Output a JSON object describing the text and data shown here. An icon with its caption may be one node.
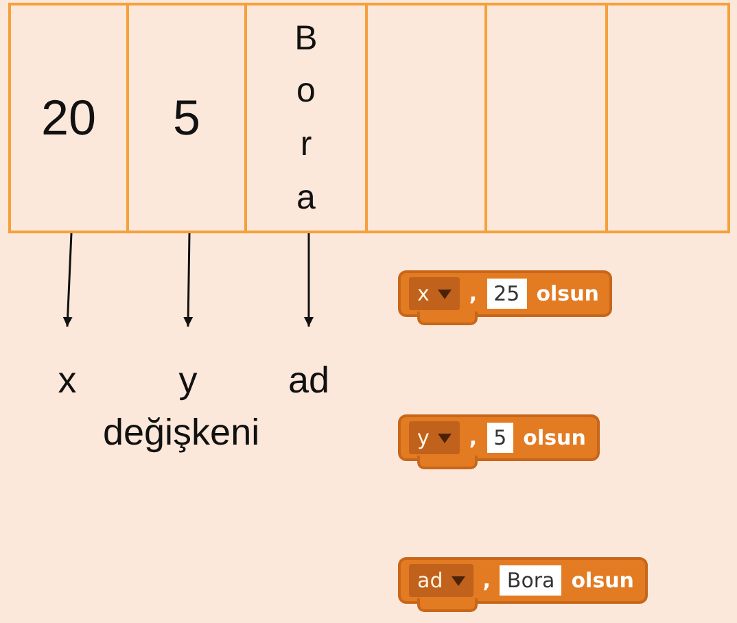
{
  "diagram": {
    "nodes": [
      {
        "text": [
          "20"
        ]
      },
      {
        "text": [
          "5"
        ]
      },
      {
        "text": [
          "Bora"
        ]
      },
      {
        "text": [],
        "shape": "box"
      },
      {
        "text": [],
        "shape": "box"
      },
      {
        "text": [],
        "shape": "box"
      },
      {
        "text": [
          "x"
        ]
      },
      {
        "text": [
          "y"
        ]
      },
      {
        "text": [
          "ad"
        ]
      },
      {
        "text": [
          "x",
          ",",
          "25",
          "olsun"
        ]
      },
      {
        "text": [
          "y",
          ",",
          "5",
          "olsun"
        ]
      },
      {
        "text": [
          "ad",
          ",",
          "Bora",
          "olsun"
        ]
      }
    ],
    "edges": [
      {
        "from": 0,
        "to": 6,
        "arrow": "to"
      },
      {
        "from": 1,
        "to": 7,
        "arrow": "to"
      },
      {
        "from": 2,
        "to": 8,
        "arrow": "to"
      }
    ],
    "labels": [
      "değişkeni"
    ]
  }
}
